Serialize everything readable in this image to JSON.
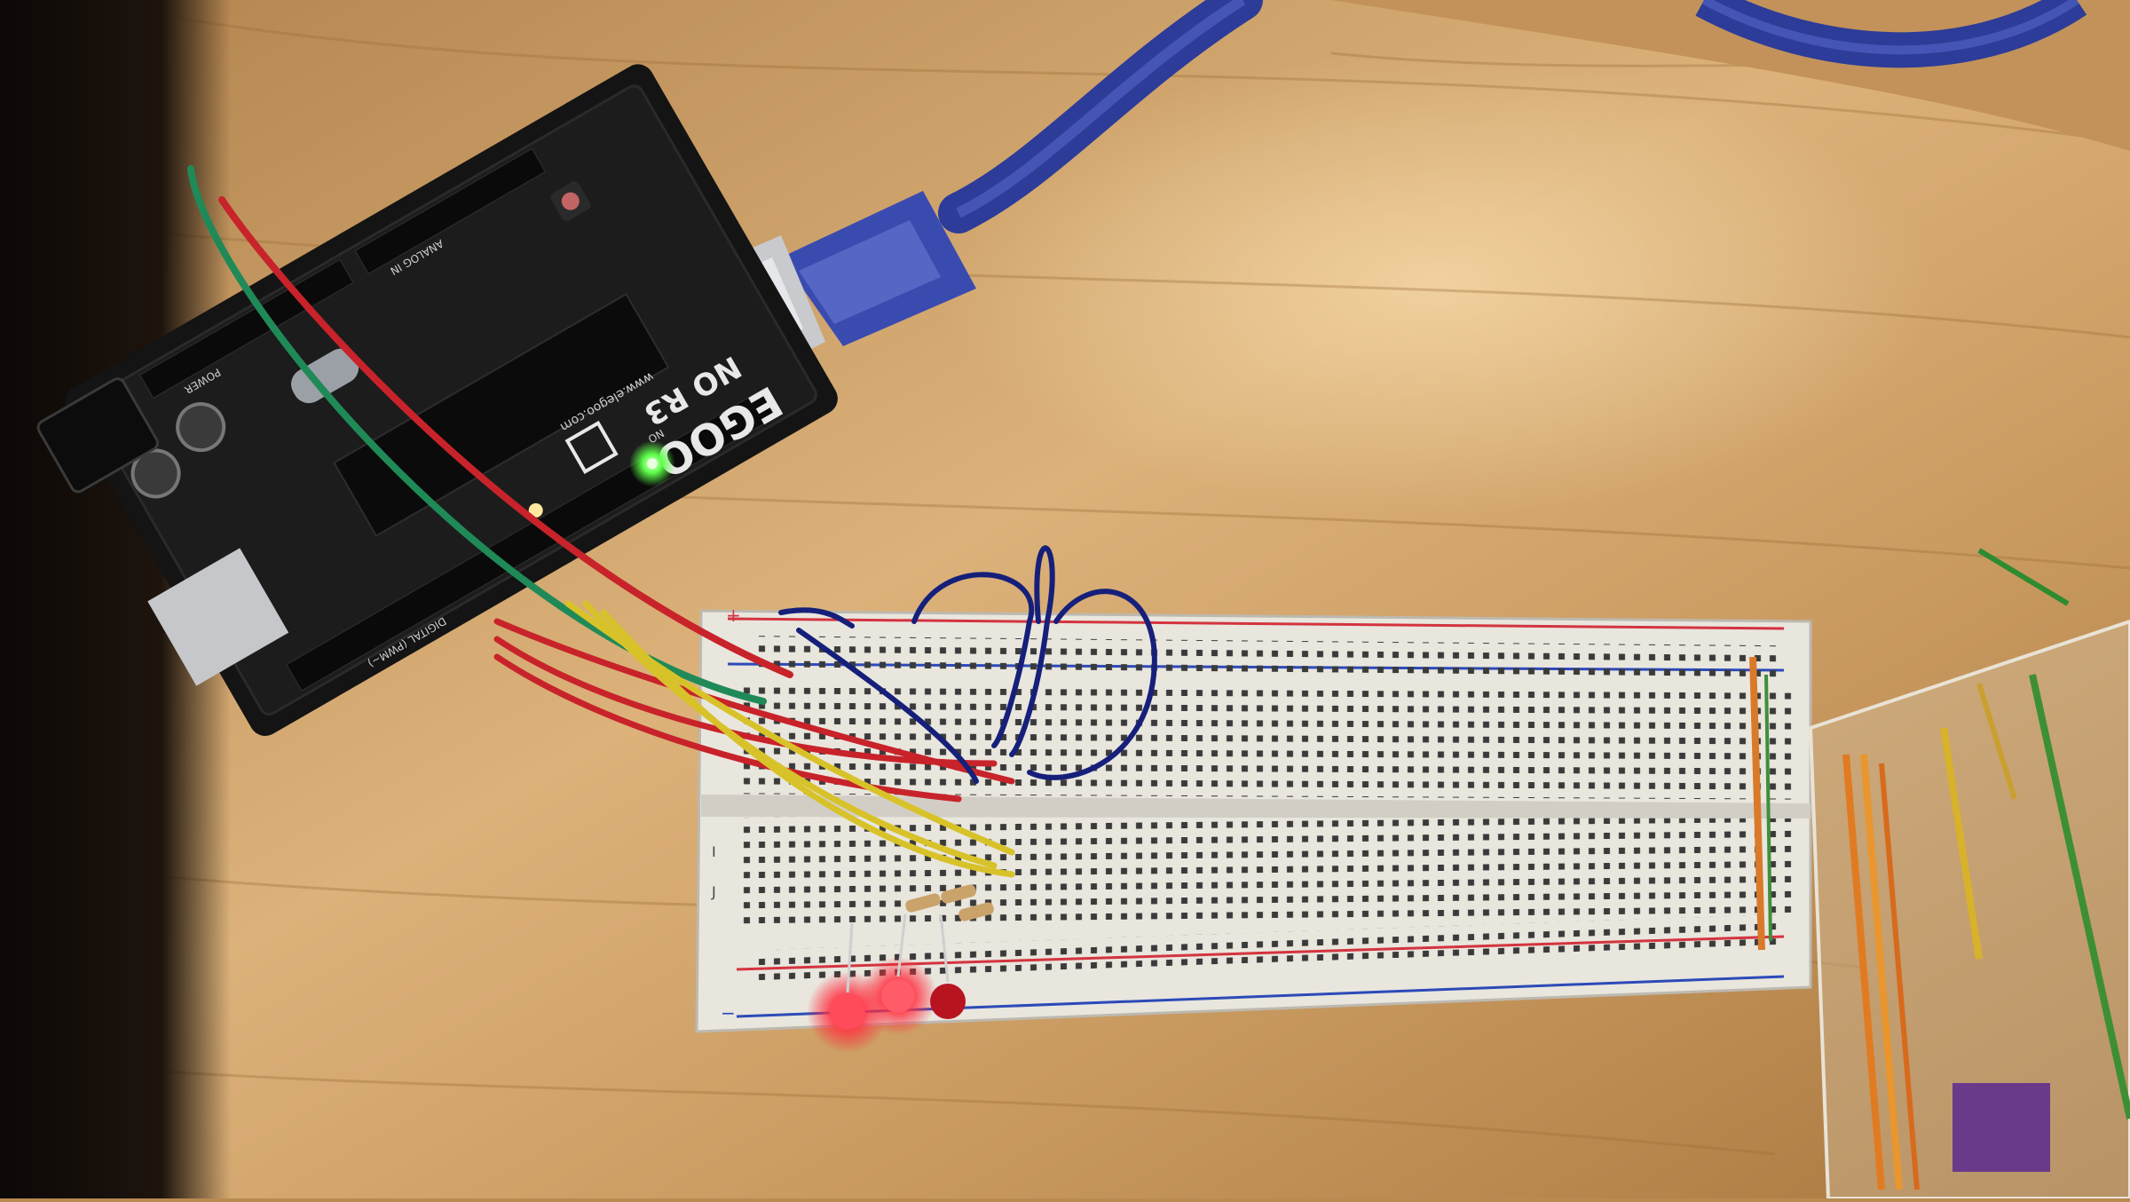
{
  "photo": {
    "board_brand": "EGOO",
    "board_model": "NO R3",
    "board_site": "www.elegoo.com",
    "header_power": "POWER",
    "header_analog": "ANALOG IN",
    "header_digital": "DIGITAL (PWM~)",
    "led_on_label": "ON",
    "breadboard_plus": "+",
    "breadboard_minus": "−",
    "row_labels": [
      "I",
      "J"
    ]
  },
  "colors": {
    "table": "#c89a60",
    "board": "#151515",
    "usb_cable": "#2f3f9e",
    "led_red": "#ff2a3a",
    "led_green": "#5dff4a",
    "breadboard": "#e9e6de",
    "rail_red": "#d3343f",
    "rail_blue": "#2c4ab8",
    "wire_red": "#c8232a",
    "wire_yellow": "#d8c22a",
    "wire_green": "#1f8a57",
    "wire_blue": "#16207a"
  }
}
